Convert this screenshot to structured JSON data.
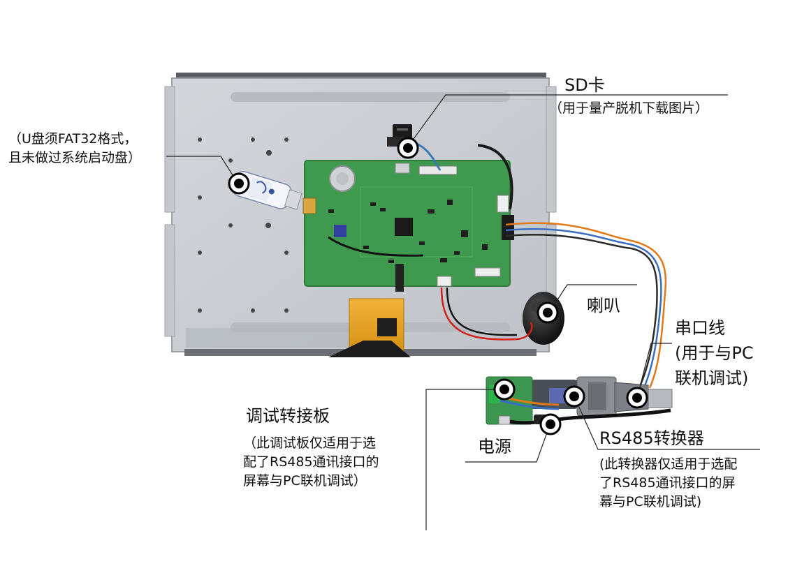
{
  "callouts": {
    "sd_card": {
      "title": "SD卡",
      "desc": "（用于量产脱机下载图片）"
    },
    "usb_disk": {
      "line1": "（U盘须FAT32格式，",
      "line2": "且未做过系统启动盘）"
    },
    "speaker": {
      "title": "喇叭"
    },
    "serial_cable": {
      "title": "串口线",
      "line1": "(用于与PC",
      "line2": "联机调试)"
    },
    "debug_board": {
      "title": "调试转接板",
      "line1": "（此调试板仅适用于选",
      "line2": "配了RS485通讯接口的",
      "line3": "屏幕与PC联机调试）"
    },
    "power": {
      "title": "电源"
    },
    "rs485_converter": {
      "title": "RS485转换器",
      "line1": "(此转换器仅适用于选配",
      "line2": "了RS485通讯接口的屏",
      "line3": "幕与PC联机调试)"
    }
  },
  "colors": {
    "panel": "#c9ccd0",
    "pcb": "#3f9a4f",
    "fpc": "#e0a21e",
    "leader": "#222222"
  },
  "icons": [
    "sd-card-icon",
    "usb-flash-drive-icon",
    "speaker-icon",
    "serial-connector-icon",
    "power-plug-icon"
  ]
}
